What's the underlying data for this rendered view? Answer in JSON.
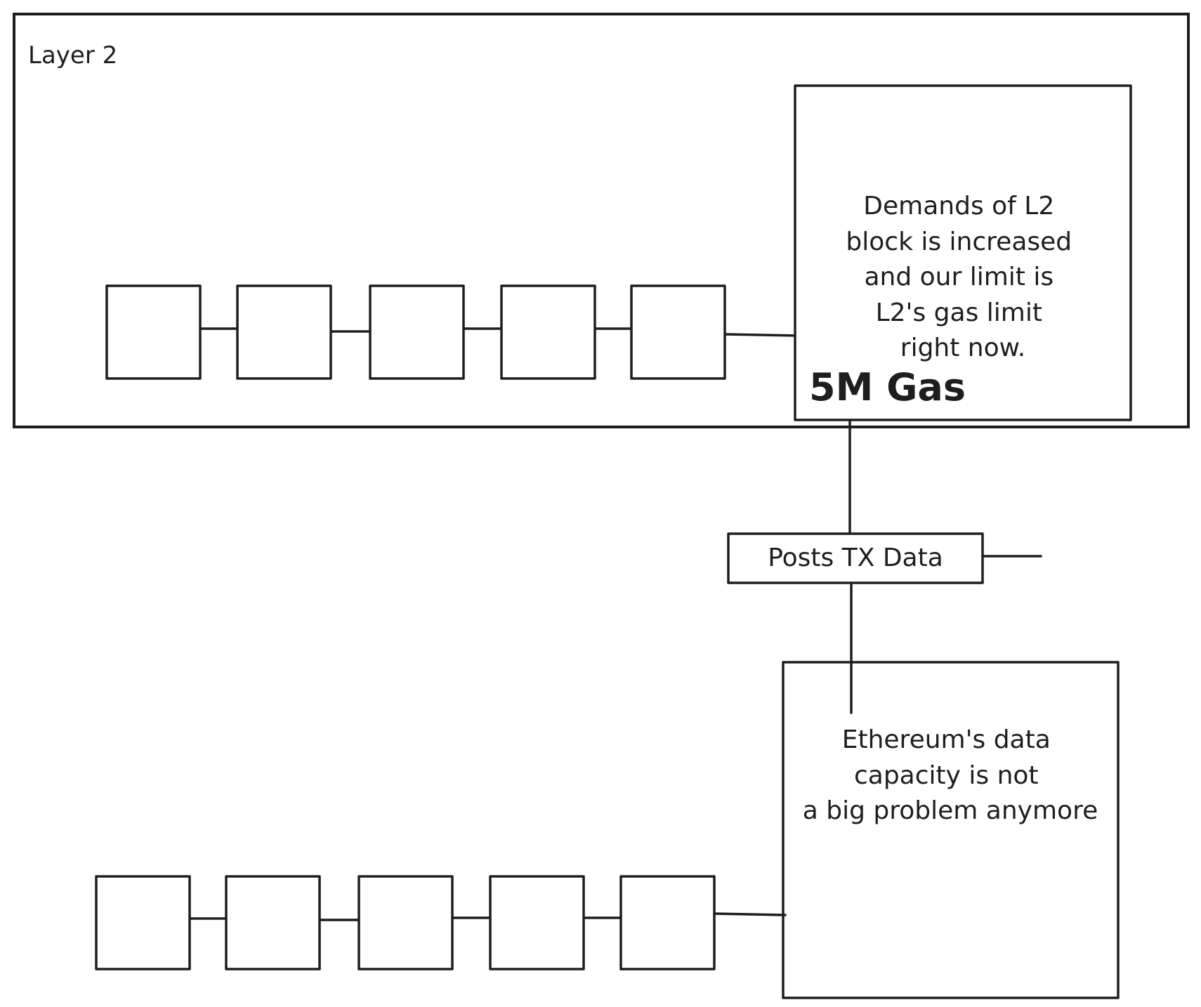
{
  "diagram": {
    "layer2_label": "Layer 2",
    "l2_box_text": [
      "Demands of L2",
      "block is increased",
      "and our limit is",
      "L2's gas limit",
      "right now."
    ],
    "gas_label": "5M Gas",
    "posts_label": "Posts TX Data",
    "eth_box_text": [
      "Ethereum's data",
      "capacity is not",
      "a big problem anymore"
    ],
    "l2_chain_block_count": 5,
    "l1_chain_block_count": 5
  },
  "colors": {
    "stroke": "#1e1e1e",
    "background": "#ffffff"
  }
}
